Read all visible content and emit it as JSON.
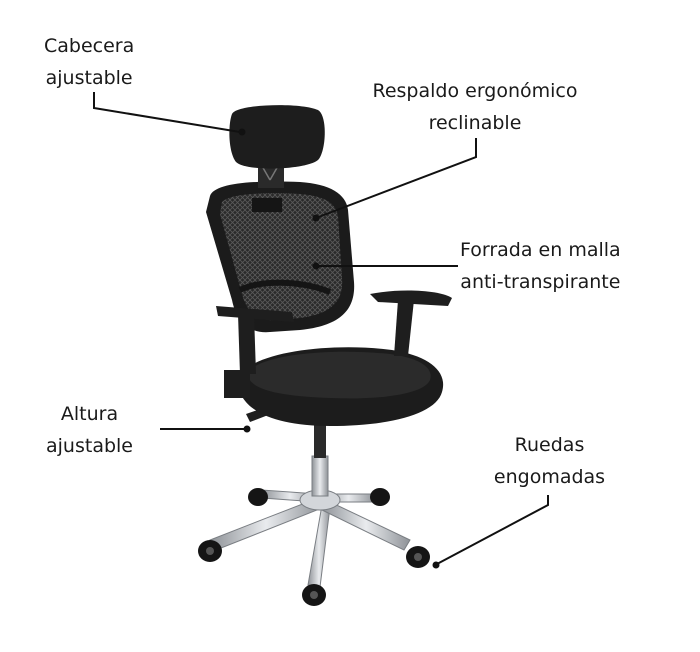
{
  "labels": {
    "headrest": {
      "line1": "Cabecera",
      "line2": "ajustable"
    },
    "backrest": {
      "line1": "Respaldo ergonómico",
      "line2": "reclinable"
    },
    "mesh": {
      "line1": "Forrada en malla",
      "line2": "anti-transpirante"
    },
    "height": {
      "line1": "Altura",
      "line2": "ajustable"
    },
    "wheels": {
      "line1": "Ruedas",
      "line2": "engomadas"
    }
  },
  "colors": {
    "chair": "#1e1e1e",
    "mesh": "#3a3a3a",
    "chrome": "#b9bcc0",
    "leader": "#111111",
    "text": "#1a1a1a"
  }
}
